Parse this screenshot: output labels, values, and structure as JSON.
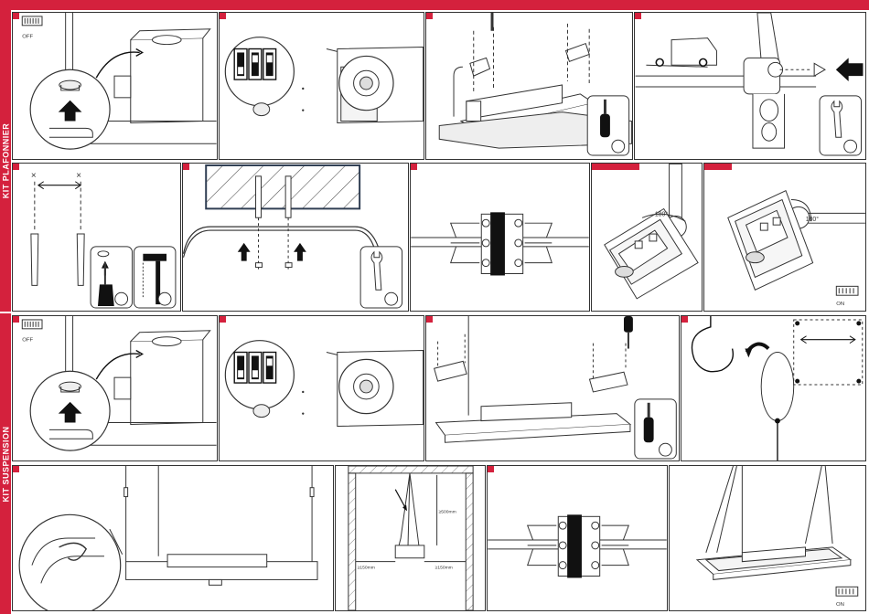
{
  "document": {
    "section_plafonnier": "KIT PLAFONNIER",
    "section_suspension": "KIT SUSPENSION",
    "switch_off": "OFF",
    "switch_on": "ON",
    "angle": "180°",
    "dim_500": "≥500mm",
    "dim_150": "≥150mm"
  },
  "colors": {
    "accent": "#d4213d",
    "line": "#333333",
    "wall": "#2e3d52"
  },
  "icons": [
    "power-switch-icon",
    "screwdriver-icon",
    "wrench-icon",
    "hammer-icon",
    "drill-icon",
    "arrow-up-icon",
    "arrow-left-icon",
    "rotate-icon"
  ]
}
